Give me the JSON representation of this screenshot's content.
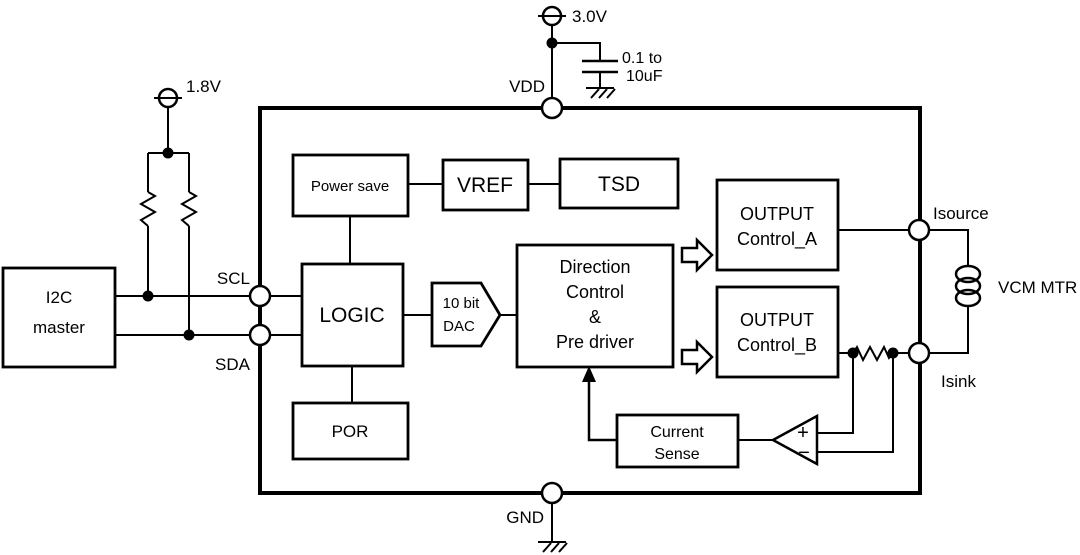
{
  "colors": {
    "ink": "#000000",
    "bg": "#ffffff"
  },
  "supply_top": {
    "label": "3.0V",
    "cap_label_1": "0.1 to",
    "cap_label_2": "10uF"
  },
  "supply_left": {
    "label": "1.8V"
  },
  "pins": {
    "vdd": "VDD",
    "gnd": "GND",
    "scl": "SCL",
    "sda": "SDA",
    "isource": "Isource",
    "isink": "Isink"
  },
  "external": {
    "i2c_line1": "I2C",
    "i2c_line2": "master",
    "motor_label": "VCM MTR"
  },
  "blocks": {
    "power_save": "Power save",
    "vref": "VREF",
    "tsd": "TSD",
    "logic": "LOGIC",
    "dac_line1": "10 bit",
    "dac_line2": "DAC",
    "dir_line1": "Direction",
    "dir_line2": "Control",
    "dir_line3": "&",
    "dir_line4": "Pre driver",
    "outa_line1": "OUTPUT",
    "outa_line2": "Control_A",
    "outb_line1": "OUTPUT",
    "outb_line2": "Control_B",
    "por": "POR",
    "cs_line1": "Current",
    "cs_line2": "Sense"
  },
  "comparator": {
    "plus": "+",
    "minus": "−"
  }
}
